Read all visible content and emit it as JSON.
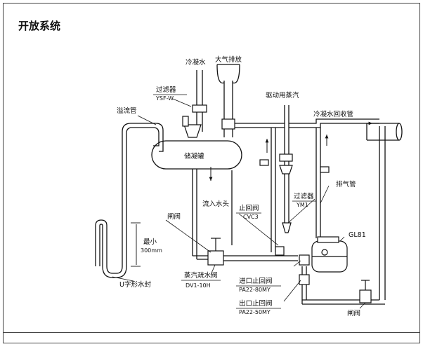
{
  "title": "开放系统",
  "labels": {
    "condensate_water": "冷凝水",
    "atmospheric_vent": "大气排放",
    "filter_top": "过滤器",
    "filter_top_model": "YSF-W",
    "overflow_pipe": "溢流管",
    "storage_tank": "储凝罐",
    "drive_steam": "驱动用蒸汽",
    "condensate_return_pipe": "冷凝水回收管",
    "inflow_head": "流入水头",
    "check_valve_drive": "止回阀",
    "check_valve_drive_model": "CVC3",
    "filter_right": "过滤器",
    "filter_right_model": "YM1",
    "exhaust_pipe": "排气管",
    "pump": "GL81",
    "gate_valve_left": "闸阀",
    "min_height": "最小",
    "min_height_value": "300mm",
    "u_seal": "U字形水封",
    "steam_trap": "蒸汽疏水阀",
    "steam_trap_model": "DV1-10H",
    "inlet_check": "进口止回阀",
    "inlet_check_model": "PA22-80MY",
    "outlet_check": "出口止回阀",
    "outlet_check_model": "PA22-50MY",
    "gate_valve_right": "闸阀"
  }
}
